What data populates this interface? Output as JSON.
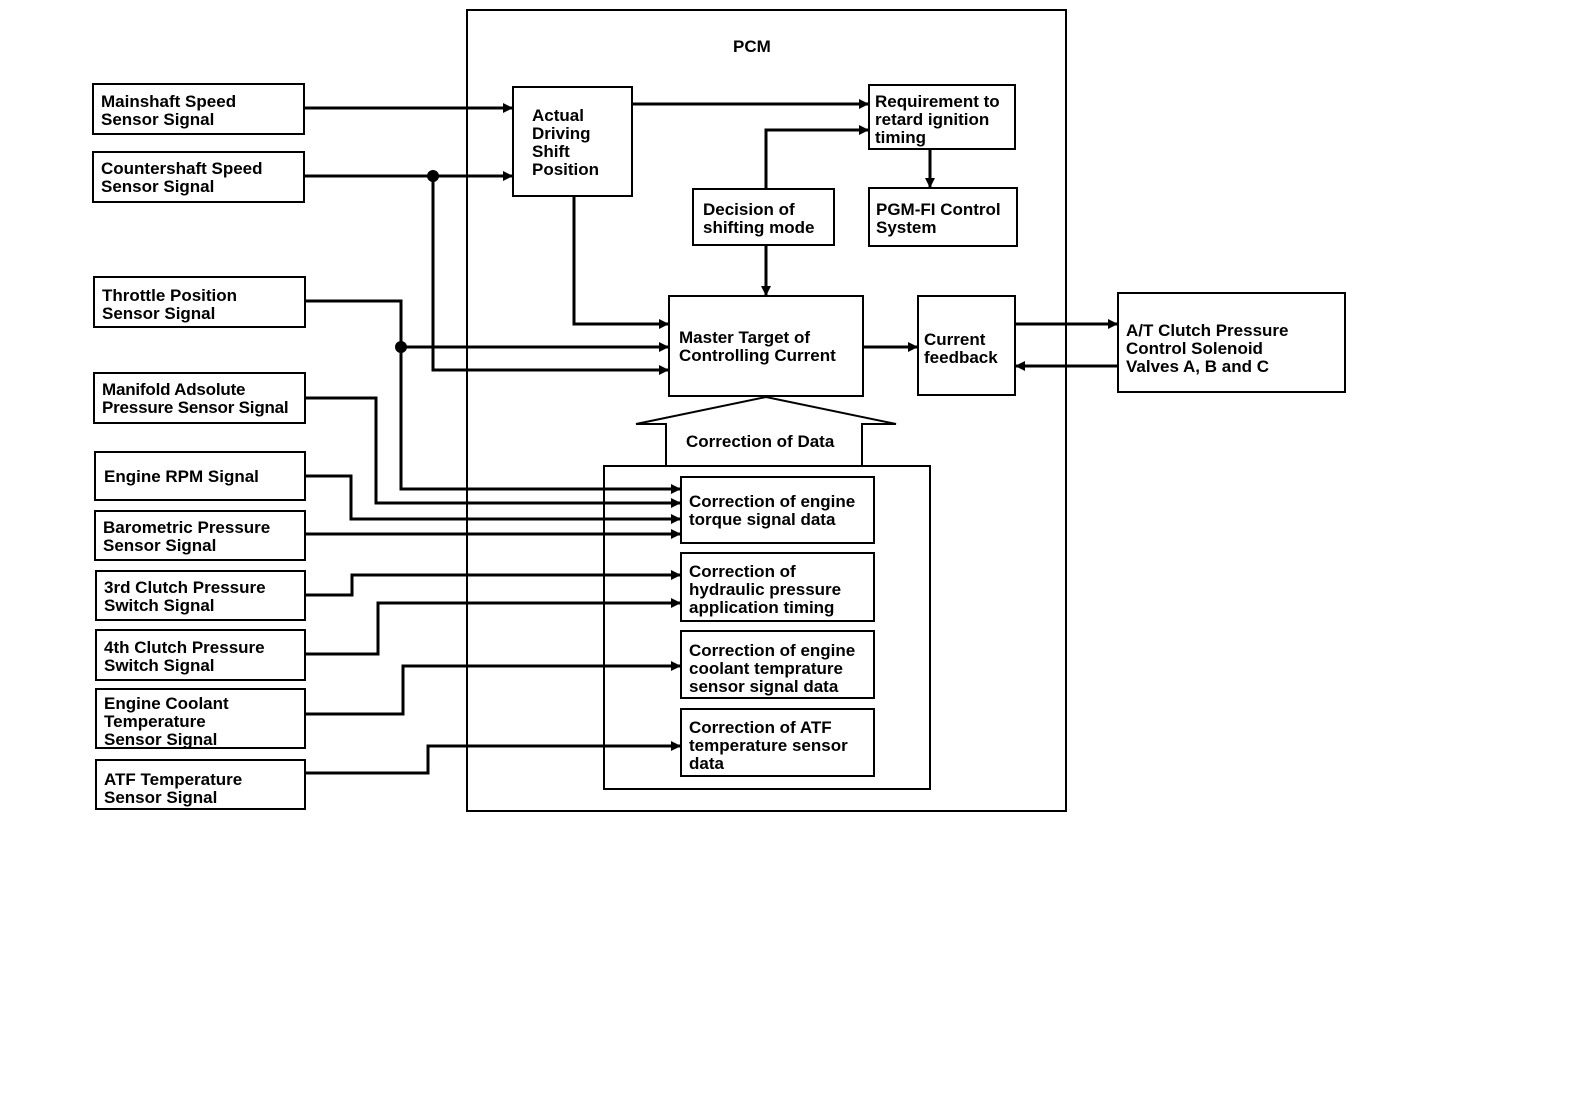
{
  "pcm": {
    "title": "PCM"
  },
  "inputs": [
    {
      "id": "mainshaft",
      "text": "Mainshaft Speed\nSensor Signal"
    },
    {
      "id": "countershaft",
      "text": "Countershaft Speed\nSensor Signal"
    },
    {
      "id": "throttle",
      "text": "Throttle Position\nSensor Signal"
    },
    {
      "id": "map",
      "text": "Manifold Adsolute\nPressure Sensor Signal"
    },
    {
      "id": "rpm",
      "text": "Engine RPM Signal"
    },
    {
      "id": "baro",
      "text": "Barometric Pressure\nSensor Signal"
    },
    {
      "id": "clutch3",
      "text": "3rd Clutch Pressure\nSwitch Signal"
    },
    {
      "id": "clutch4",
      "text": "4th Clutch Pressure\nSwitch Signal"
    },
    {
      "id": "coolant",
      "text": "Engine Coolant\nTemperature\nSensor Signal"
    },
    {
      "id": "atf",
      "text": "ATF Temperature\nSensor Signal"
    }
  ],
  "blocks": {
    "actual_shift": "Actual\nDriving\nShift\nPosition",
    "retard_timing": "Requirement to\nretard ignition\ntiming",
    "shift_mode": "Decision of\nshifting mode",
    "pgmfi": "PGM-FI Control\nSystem",
    "master_target": "Master Target of\nControlling Current",
    "current_feedback": "Current\nfeedback",
    "solenoid": "A/T Clutch Pressure\nControl Solenoid\nValves A, B and C",
    "correction_of_data": "Correction of Data"
  },
  "corrections": [
    {
      "id": "torque",
      "text": "Correction of engine\ntorque signal data"
    },
    {
      "id": "hydraulic",
      "text": "Correction of\nhydraulic pressure\napplication timing"
    },
    {
      "id": "coolant_corr",
      "text": "Correction of engine\ncoolant temprature\nsensor signal data"
    },
    {
      "id": "atf_corr",
      "text": "Correction of ATF\ntemperature sensor\ndata"
    }
  ]
}
